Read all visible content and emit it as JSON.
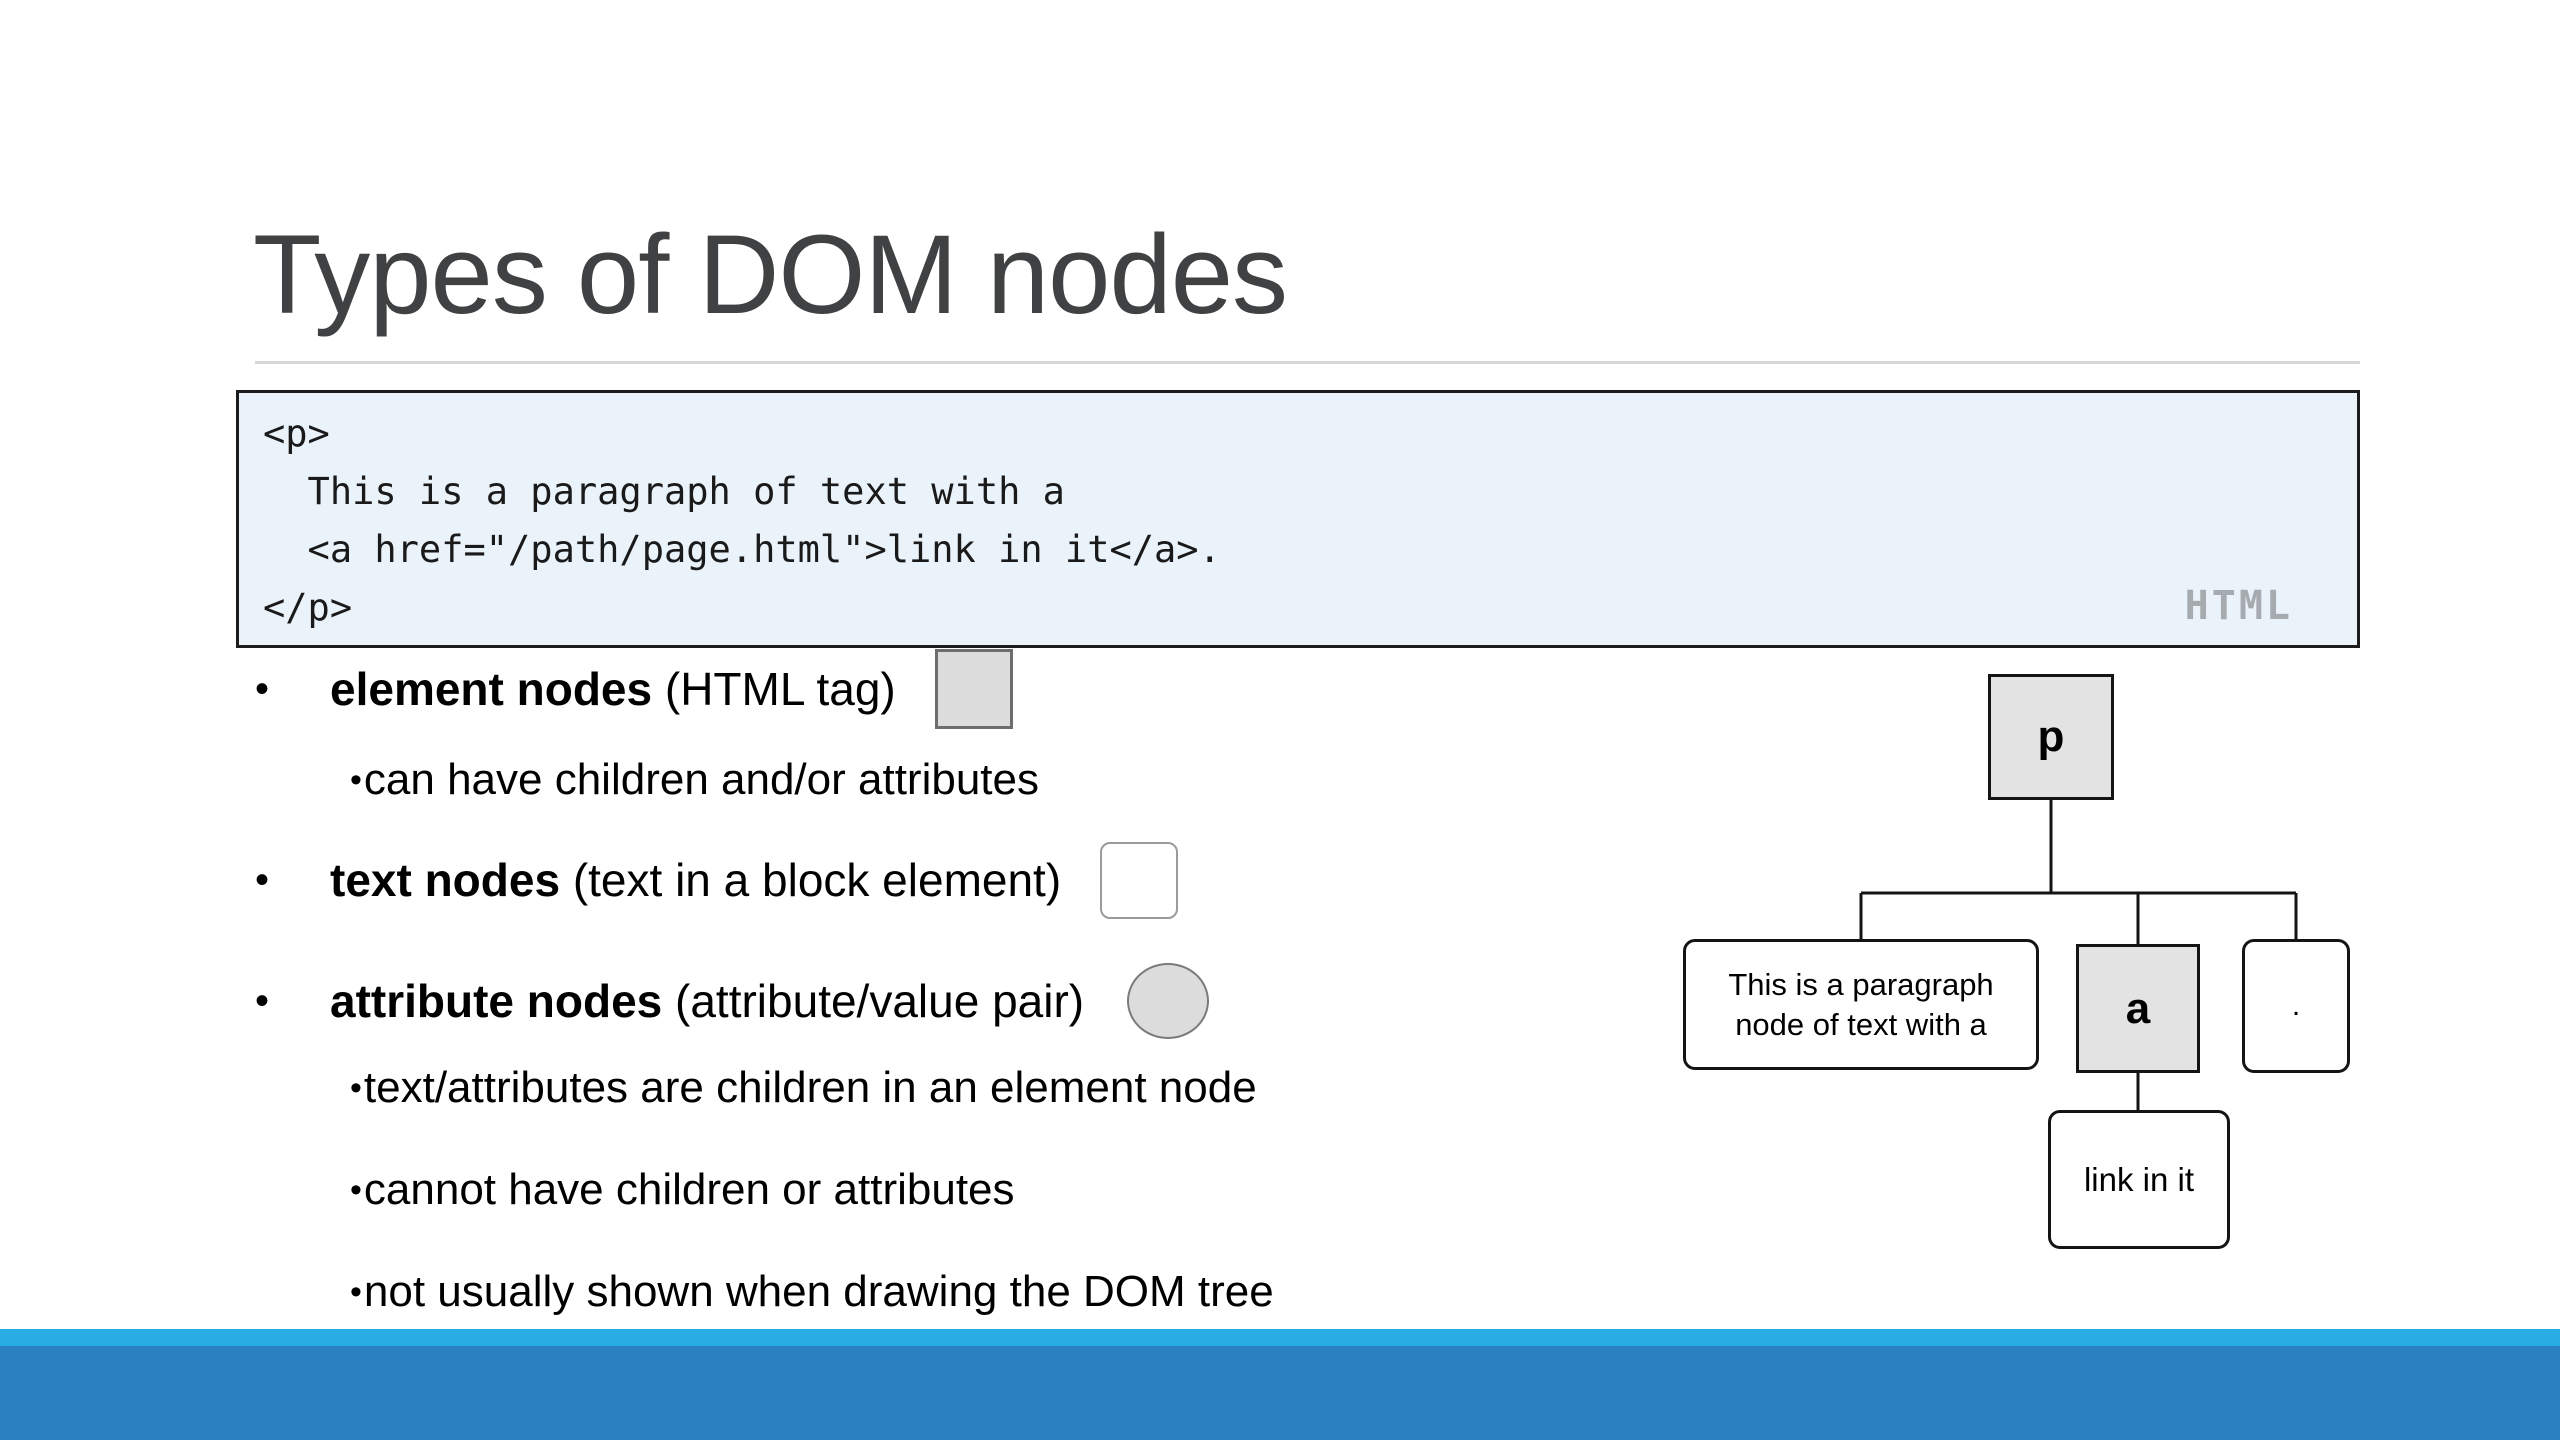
{
  "slide": {
    "title": "Types of DOM nodes",
    "code_block": {
      "lines": {
        "l1": "<p>",
        "l2": "  This is a paragraph of text with a",
        "l3": "  <a href=\"/path/page.html\">link in it</a>.",
        "l4": "</p>"
      },
      "language_label": "HTML"
    },
    "bullets": {
      "main_marker": "•",
      "sub_marker": "•",
      "element": {
        "term": "element nodes",
        "desc": " (HTML tag) "
      },
      "element_sub1": "can have children and/or attributes",
      "text": {
        "term": "text nodes",
        "desc": " (text in a block element) "
      },
      "attribute": {
        "term": "attribute nodes",
        "desc": " (attribute/value pair) "
      },
      "attribute_sub1": "text/attributes are children in an element node",
      "attribute_sub2": "cannot have children or attributes",
      "attribute_sub3": "not usually shown when drawing the DOM tree"
    },
    "tree": {
      "root_label": "p",
      "text_node_line1": "This is a paragraph",
      "text_node_line2": "node of text with a",
      "anchor_label": "a",
      "period_label": ".",
      "link_text_label": "link in it"
    },
    "colors": {
      "accent_light_blue": "#29abe3",
      "accent_dark_blue": "#2b80c1",
      "code_background": "#eaf2fa",
      "node_gray": "#e3e3e3"
    }
  }
}
